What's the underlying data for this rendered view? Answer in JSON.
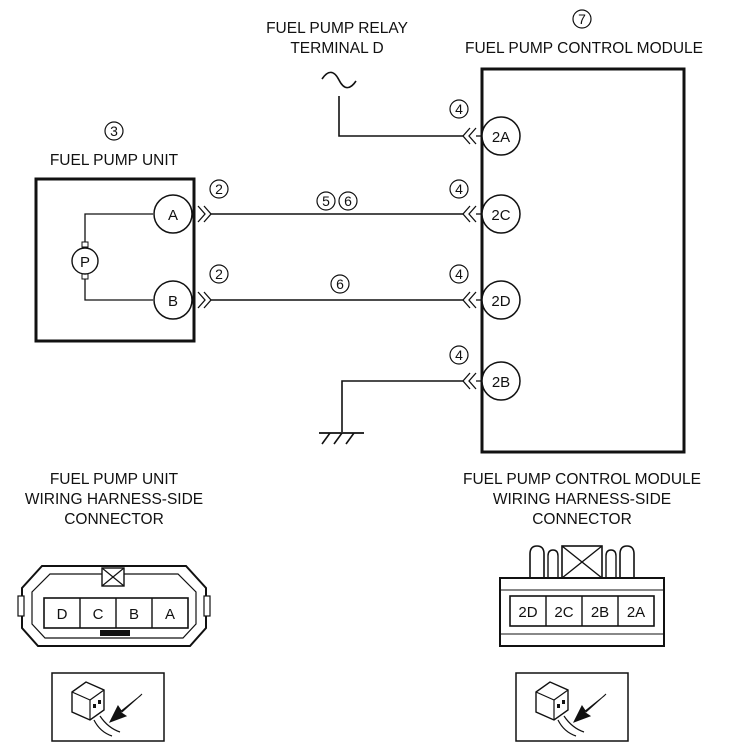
{
  "labels": {
    "relay_line1": "FUEL PUMP RELAY",
    "relay_line2": "TERMINAL D",
    "control_module": "FUEL PUMP CONTROL MODULE",
    "pump_unit": "FUEL PUMP UNIT",
    "pump_symbol": "P",
    "pump_conn_line1": "FUEL PUMP UNIT",
    "pump_conn_line2": "WIRING HARNESS-SIDE",
    "pump_conn_line3": "CONNECTOR",
    "module_conn_line1": "FUEL PUMP CONTROL MODULE",
    "module_conn_line2": "WIRING HARNESS-SIDE",
    "module_conn_line3": "CONNECTOR"
  },
  "callouts": {
    "control_module": "7",
    "pump_unit": "3",
    "pump_conn_a": "2",
    "pump_conn_b": "2",
    "wire_a_1": "5",
    "wire_a_2": "6",
    "wire_b": "6",
    "module_2a": "4",
    "module_2c": "4",
    "module_2d": "4",
    "module_2b": "4"
  },
  "pump_pins": {
    "a": "A",
    "b": "B"
  },
  "module_pins": {
    "p2a": "2A",
    "p2c": "2C",
    "p2d": "2D",
    "p2b": "2B"
  },
  "pump_connector_cells": [
    "D",
    "C",
    "B",
    "A"
  ],
  "module_connector_cells": [
    "2D",
    "2C",
    "2B",
    "2A"
  ]
}
